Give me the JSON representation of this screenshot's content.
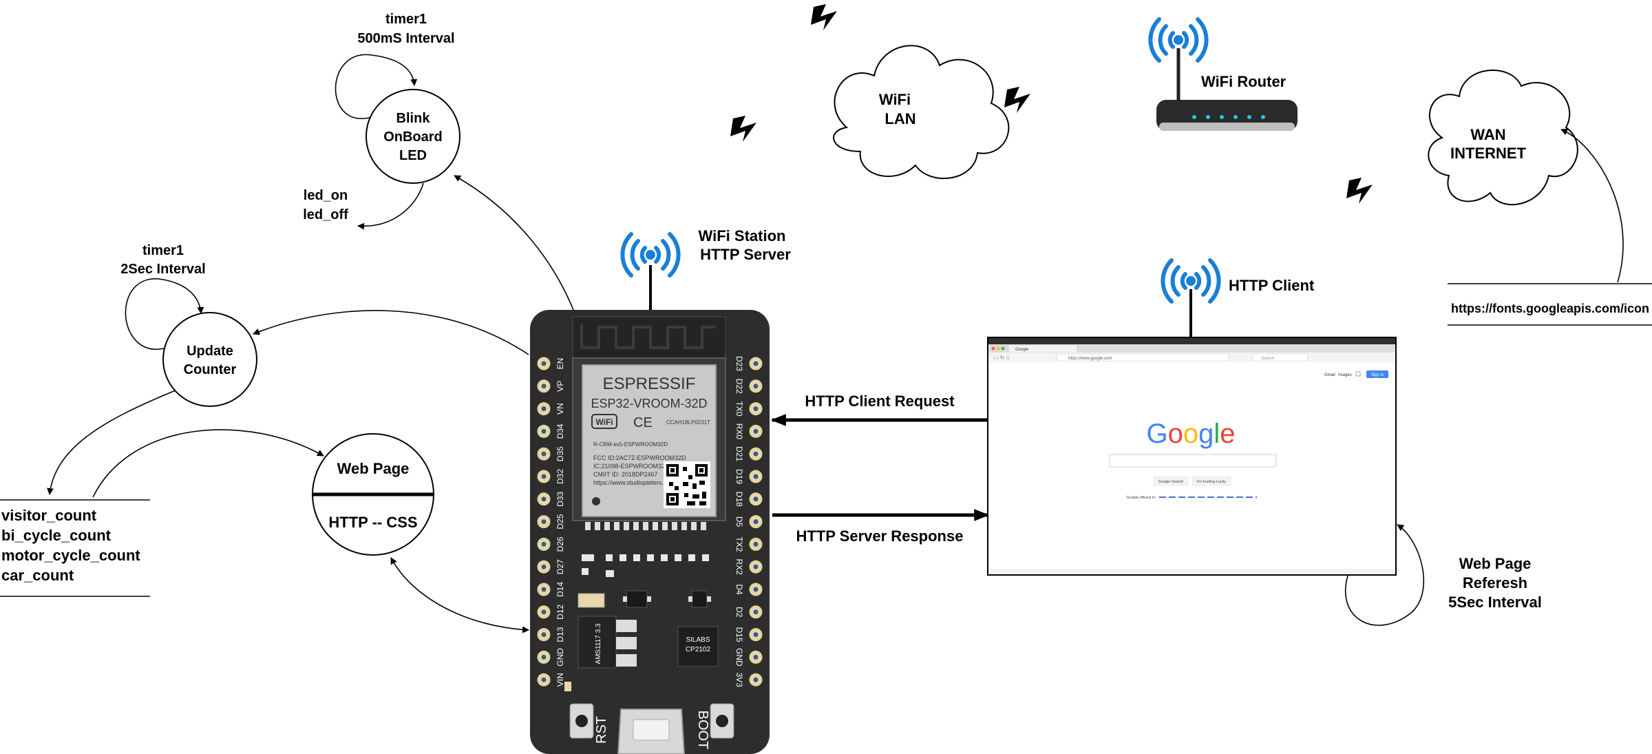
{
  "state_blink": {
    "timer_line1": "timer1",
    "timer_line2": "500mS Interval",
    "circle_line1": "Blink",
    "circle_line2": "OnBoard",
    "circle_line3": "LED",
    "out_line1": "led_on",
    "out_line2": "led_off"
  },
  "state_counter": {
    "timer_line1": "timer1",
    "timer_line2": "2Sec Interval",
    "circle_line1": "Update",
    "circle_line2": "Counter"
  },
  "web_page_node": {
    "title": "Web Page",
    "body": "HTTP -- CSS"
  },
  "variables": [
    "visitor_count",
    "bi_cycle_count",
    "motor_cycle_count",
    "car_count"
  ],
  "clouds": {
    "wifi_line1": "WiFi",
    "wifi_line2": "LAN",
    "wan_line1": "WAN",
    "wan_line2": "INTERNET"
  },
  "labels": {
    "router": "WiFi Router",
    "station_line1": "WiFi Station",
    "station_line2": "HTTP Server",
    "http_client": "HTTP Client",
    "client_request": "HTTP Client Request",
    "server_response": "HTTP Server Response",
    "refresh_line1": "Web Page",
    "refresh_line2": "Referesh",
    "refresh_line3": "5Sec Interval",
    "fonts_url": "https://fonts.googleapis.com/icon"
  },
  "esp32": {
    "brand": "ESPRESSIF",
    "model": "ESP32-VROOM-32D",
    "wifi_logo": "WiFi",
    "ce_mark": "CE",
    "cert_id": "CCAH18LP0231T",
    "fcc": "FCC ID:2AC7Z-ESPWROOM32D",
    "ic": "IC:21098-ESPWROOM32D",
    "cmiit": "CMIIT ID: 2018DP2467",
    "url": "https://www.studiopieters.nl",
    "rcm": "R-CRM-es5-ESPWROOM32D",
    "regulator": "AMS1117 3.3",
    "usb_chip_line1": "SILABS",
    "usb_chip_line2": "CP2102",
    "rst_label": "RST",
    "boot_label": "BOOT",
    "left_pins": [
      "EN",
      "VP",
      "VN",
      "D34",
      "D35",
      "D32",
      "D33",
      "D25",
      "D26",
      "D27",
      "D14",
      "D12",
      "D13",
      "GND",
      "VIN"
    ],
    "right_pins": [
      "D23",
      "D22",
      "TX0",
      "RX0",
      "D21",
      "D19",
      "D18",
      "D5",
      "TX2",
      "RX2",
      "D4",
      "D2",
      "D15",
      "GND",
      "3V3"
    ]
  },
  "browser": {
    "logo": "Google",
    "search_button": "Google Search",
    "lucky_button": "I'm Feeling Lucky",
    "sign_in": "Sign in",
    "top_links": [
      "Gmail",
      "Images"
    ],
    "address": "https://www.google.com",
    "tab_title": "Google",
    "search_placeholder": "Search",
    "offered_in": "Google offered in:"
  },
  "colors": {
    "board": "#2d2d2d",
    "wifi_blue": "#1a7fd4",
    "google_blue": "#4285F4",
    "google_red": "#EA4335",
    "google_yellow": "#FBBC05",
    "google_green": "#34A853"
  },
  "icons": [
    "wifi-signal-icon",
    "lightning-bolt-icon",
    "router-icon",
    "cloud-icon",
    "esp32-board-icon",
    "browser-window-icon"
  ]
}
